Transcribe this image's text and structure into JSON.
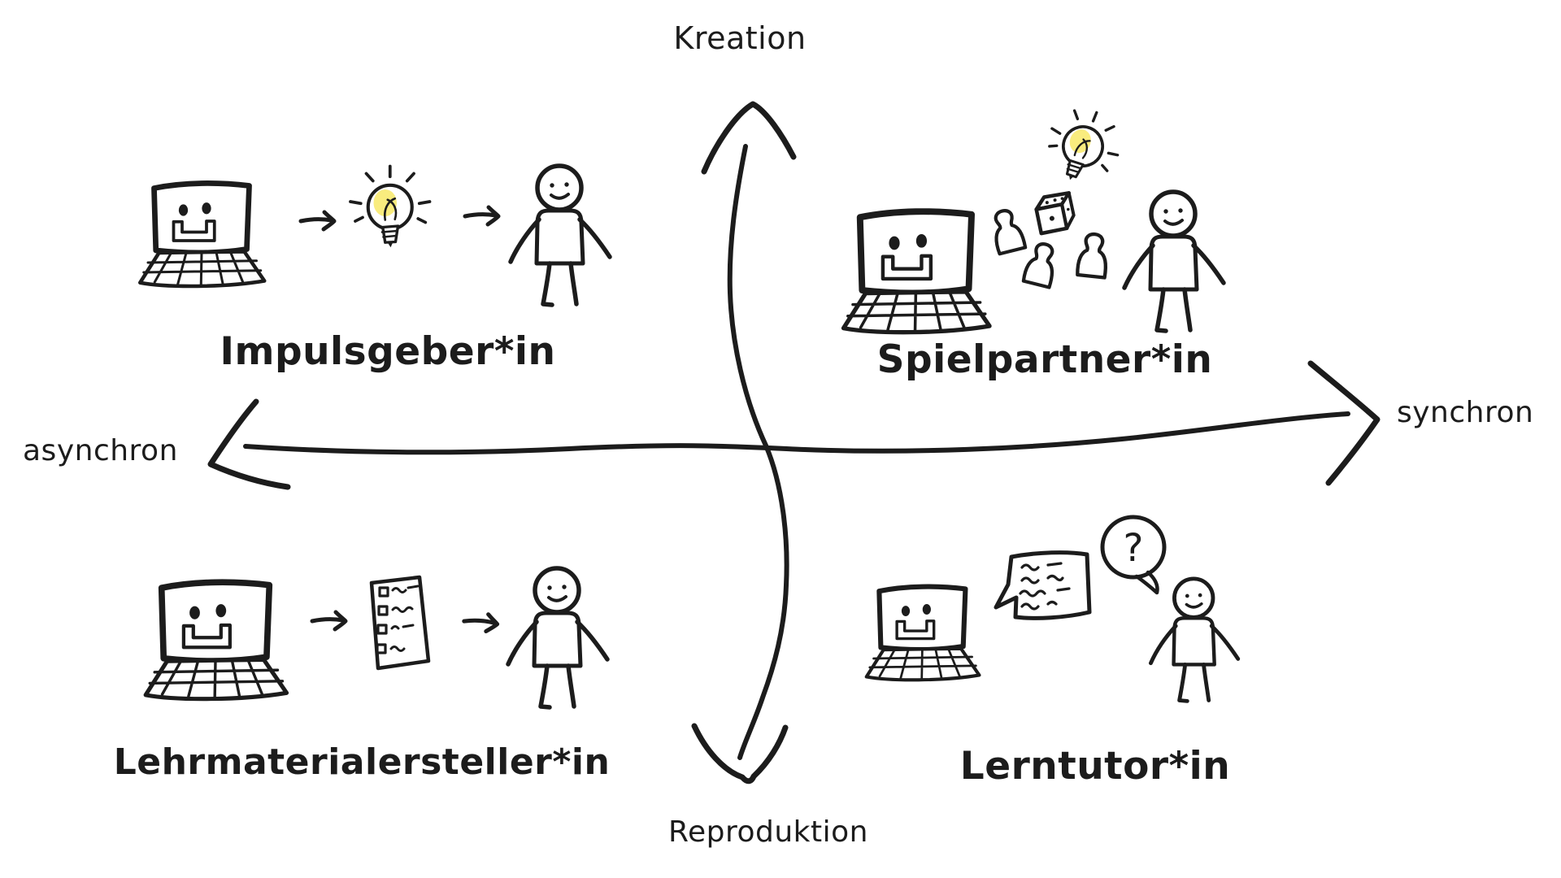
{
  "diagram": {
    "axis": {
      "top": "Kreation",
      "bottom": "Reproduktion",
      "left": "asynchron",
      "right": "synchron"
    },
    "quadrants": {
      "top_left": "Impulsgeber*in",
      "top_right": "Spielpartner*in",
      "bottom_left": "Lehrmaterialersteller*in",
      "bottom_right": "Lerntutor*in"
    },
    "question_bubble": "?"
  },
  "icons": {
    "laptop-bot-icon": "smiling laptop computer",
    "lightbulb-icon": "idea lightbulb with rays",
    "arrow-right-icon": "right arrow",
    "person-icon": "stick figure with green shirt",
    "meeple-icon": "board game pawn",
    "dice-icon": "die",
    "speech-bubble-icon": "speech bubble with text lines",
    "question-bubble-icon": "speech bubble with question mark",
    "checklist-icon": "worksheet with checkboxes"
  },
  "colors": {
    "ink": "#1c1c1c",
    "mouth-red": "#e04b28",
    "bulb-yellow": "#f4e03a",
    "bulb-highlight": "#f9ec7e",
    "shirt-green": "#2b7c3d",
    "meeple-blue": "#3f9fe0",
    "meeple-orange": "#ee5f3d",
    "meeple-purple": "#6e4596",
    "background": "#ffffff"
  }
}
